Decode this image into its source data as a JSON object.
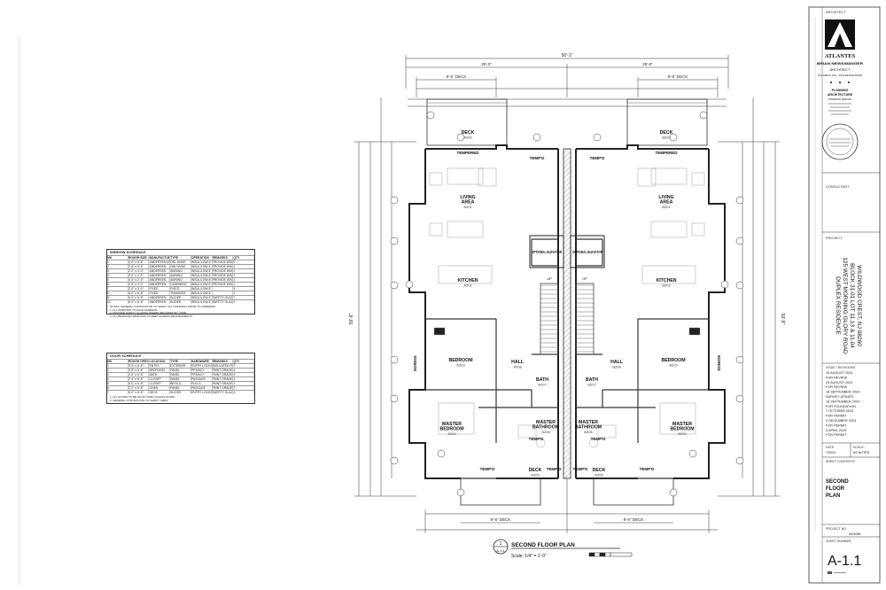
{
  "title_block": {
    "architect_label": "ARCHITECT",
    "firm_name": "ATLANTES",
    "architect_name": "BRIAN NEWSWANGER",
    "architect_title": "ARCHITECT",
    "license": "NJ REG No. 21AI01937000",
    "services": [
      "PLANNING",
      "ARCHITECTURE",
      "INTERIOR DESIGN"
    ],
    "consultant_label": "CONSULTANT",
    "project_label": "PROJECT",
    "project_lines": [
      "DUPLEX RESIDENCE",
      "125 WEST MORNING GLORY ROAD",
      "BLOCK 31.01 LOT 11.13 & 11.04",
      "WILDWOOD CREST, NJ 08260"
    ],
    "issue_label": "ISSUE / REVISIONS",
    "issues": [
      "16 AUGUST 2024",
      "FOR REVIEW",
      "29 AUGUST 2024",
      "FOR REVIEW",
      "18 SEPTEMBER 2024",
      "SURVEY UPDATE",
      "18 SEPTEMBER 2024",
      "FOR FOUNDATION",
      "7 OCTOBER 2024",
      "FOR PERMIT",
      "9 DECEMBER 2024",
      "FOR PERMIT",
      "3 APRIL 2025",
      "FOR PERMIT"
    ],
    "date_label": "DATE:",
    "date_value": "7/2024",
    "scale_label": "SCALE:",
    "scale_value": "AS NOTED",
    "sheet_contents_label": "SHEET CONTENTS",
    "sheet_contents": [
      "SECOND",
      "FLOOR",
      "PLAN"
    ],
    "project_no_label": "PROJECT NO.",
    "project_no": "W24056",
    "sheet_number_label": "SHEET NUMBER",
    "sheet_number": "A-1.1"
  },
  "drawing": {
    "title": "SECOND FLOOR PLAN",
    "scale": "Scale:  1/4\" = 1'-0\"",
    "callout_number": "1",
    "callout_sheet": "A-1.1",
    "overall_width": "50'-1\"",
    "half_width_left": "25'-0\"",
    "half_width_right": "25'-0\"",
    "overall_depth": "59'-8\"",
    "deck_width_top_left": "9'-6\" DECK",
    "deck_width_top_right": "9'-6\" DECK",
    "deck_width_bottom_left": "9'-6\" DECK",
    "deck_width_bottom_right": "9'-6\" DECK",
    "rooms": [
      {
        "name": "DECK",
        "code": "A200"
      },
      {
        "name": "DECK",
        "code": "B200"
      },
      {
        "name": "LIVING AREA",
        "code": "A201"
      },
      {
        "name": "LIVING AREA",
        "code": "B201"
      },
      {
        "name": "KITCHEN",
        "code": "A202"
      },
      {
        "name": "KITCHEN",
        "code": "B202"
      },
      {
        "name": "BEDROOM",
        "code": "A203"
      },
      {
        "name": "BEDROOM",
        "code": "B203"
      },
      {
        "name": "MASTER BEDROOM",
        "code": "A204"
      },
      {
        "name": "MASTER BEDROOM",
        "code": "B204"
      },
      {
        "name": "DECK",
        "code": "A205"
      },
      {
        "name": "DECK",
        "code": "B205"
      },
      {
        "name": "MASTER BATHROOM",
        "code": "A206"
      },
      {
        "name": "MASTER BATHROOM",
        "code": "B206"
      },
      {
        "name": "BATH",
        "code": "A207"
      },
      {
        "name": "BATH",
        "code": "B207"
      },
      {
        "name": "HALL",
        "code": "A208"
      },
      {
        "name": "HALL",
        "code": "B208"
      }
    ],
    "elevator_label_left": "OPTIONAL ELEVATOR",
    "elevator_label_right": "OPTIONAL ELEVATOR",
    "tempered": "TEMPERED",
    "temp": "TEMP'D",
    "egress": "EGRESS",
    "stair_up": "UP"
  },
  "window_schedule": {
    "title": "WINDOW SCHEDULE",
    "headers": [
      "MK",
      "ROUGH SIZE",
      "MANUFACTURER",
      "TYPE",
      "OPERATION",
      "REMARKS",
      "QTY"
    ],
    "rows": [
      [
        "1",
        "3'-0\" x 5'-6\"",
        "ANDERSEN 400",
        "DBL HUNG",
        "INSUL/LOW-E",
        "PROVIDE WINDOW OPENING LIMIT",
        "6"
      ],
      [
        "2",
        "2'-6\" x 5'-6\"",
        "ANDERSEN",
        "DBL HUNG",
        "INSUL/LOW-E",
        "PROVIDE WINDOW OPENING LIMIT",
        "4"
      ],
      [
        "3",
        "2'-0\" x 4'-0\"",
        "ANDERSEN",
        "AWNING",
        "INSUL/LOW-E",
        "PROVIDE WINDOW OPENING LIMIT",
        "2"
      ],
      [
        "4",
        "3'-0\" x 2'-0\"",
        "ANDERSEN",
        "AWNING",
        "INSUL/LOW-E",
        "PROVIDE WINDOW OPENING LIMIT",
        "2"
      ],
      [
        "5",
        "4'-0\" x 2'-0\"",
        "ANDERSEN",
        "AWNING",
        "INSUL/LOW-E",
        "PROVIDE WINDOW OPENING LIMIT",
        "2"
      ],
      [
        "6",
        "2'-6\" x 4'-0\"",
        "ANDERSEN",
        "CASEMENT",
        "INSUL/LOW-E",
        "PROVIDE WINDOW OPENING LIMIT",
        "2"
      ],
      [
        "7",
        "2'-0\" x 3'-0\"",
        "FIXED",
        "FIXED",
        "INSUL/LOW-E",
        "",
        "4"
      ],
      [
        "8",
        "3'-0\" x 6'-8\"",
        "FIXED",
        "TRANSOM",
        "INSUL/LOW-E",
        "",
        "2"
      ],
      [
        "9",
        "5'-0\" x 6'-8\"",
        "ANDERSEN",
        "SLIDER",
        "INSUL/LOW-E",
        "SAFETY GLAZING",
        "2"
      ],
      [
        "10",
        "6'-0\" x 6'-8\"",
        "ANDERSEN",
        "SLIDER",
        "INSUL/LOW-E",
        "SAFETY GLAZING",
        "2"
      ]
    ],
    "notes": [
      "NOTES: GENERAL CONTRACTOR TO VERIFY ALL OPENINGS PRIOR TO ORDERING",
      "1. ALL WINDOWS TO HAVE SCREENS",
      "2. PROVIDE SAFETY GLAZING WHERE REQUIRED BY CODE",
      "3. ALL BEDROOM WINDOWS TO MEET EGRESS REQUIREMENTS"
    ]
  },
  "door_schedule": {
    "title": "DOOR SCHEDULE",
    "headers": [
      "MK",
      "ROUGH OPENING",
      "LOCATION",
      "TYPE",
      "HARDWARE",
      "REMARKS",
      "QTY"
    ],
    "rows": [
      [
        "1",
        "3'-0\" x 6'-8\"",
        "ENTRY",
        "EXTERIOR",
        "ENTRY LOCKSET",
        "INSULATED FIBERGLASS",
        "2"
      ],
      [
        "2",
        "2'-8\" x 6'-8\"",
        "BEDROOM",
        "PANEL",
        "PRIVACY",
        "PAINT GRADE",
        "4"
      ],
      [
        "3",
        "2'-6\" x 6'-8\"",
        "BATH",
        "PANEL",
        "PRIVACY",
        "PAINT GRADE",
        "4"
      ],
      [
        "4",
        "2'-4\" x 6'-8\"",
        "CLOSET",
        "PANEL",
        "PASSAGE",
        "PAINT GRADE",
        "4"
      ],
      [
        "5",
        "5'-0\" x 6'-8\"",
        "CLOSET",
        "BIFOLD",
        "PULLS",
        "PAINT GRADE",
        "2"
      ],
      [
        "6",
        "2'-0\" x 6'-8\"",
        "LINEN",
        "PANEL",
        "PASSAGE",
        "PAINT GRADE",
        "2"
      ],
      [
        "7",
        "6'-0\" x 6'-8\"",
        "DECK",
        "SLIDER",
        "ENTRY LOCKSET",
        "SAFETY GLAZING",
        "4"
      ]
    ],
    "notes": [
      "1. ALL DOORS TO BE SOLID CORE UNLESS NOTED",
      "2. GENERAL CONTRACTOR TO VERIFY SIZES"
    ]
  }
}
